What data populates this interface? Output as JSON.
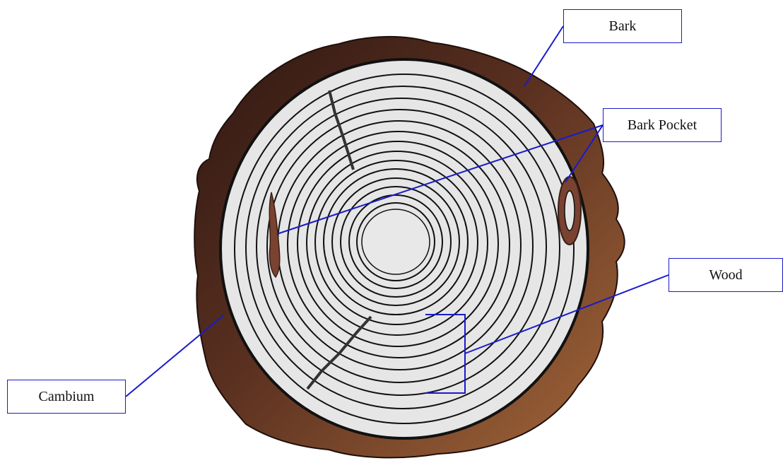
{
  "labels": {
    "bark": "Bark",
    "bark_pocket": "Bark Pocket",
    "wood": "Wood",
    "cambium": "Cambium"
  },
  "colors": {
    "leader_line": "#1a1acc",
    "bark_dark": "#3a1f18",
    "bark_light": "#9a6238",
    "wood_fill": "#e6e6e6",
    "ring_stroke": "#111111",
    "pocket_fill": "#7a4230"
  }
}
